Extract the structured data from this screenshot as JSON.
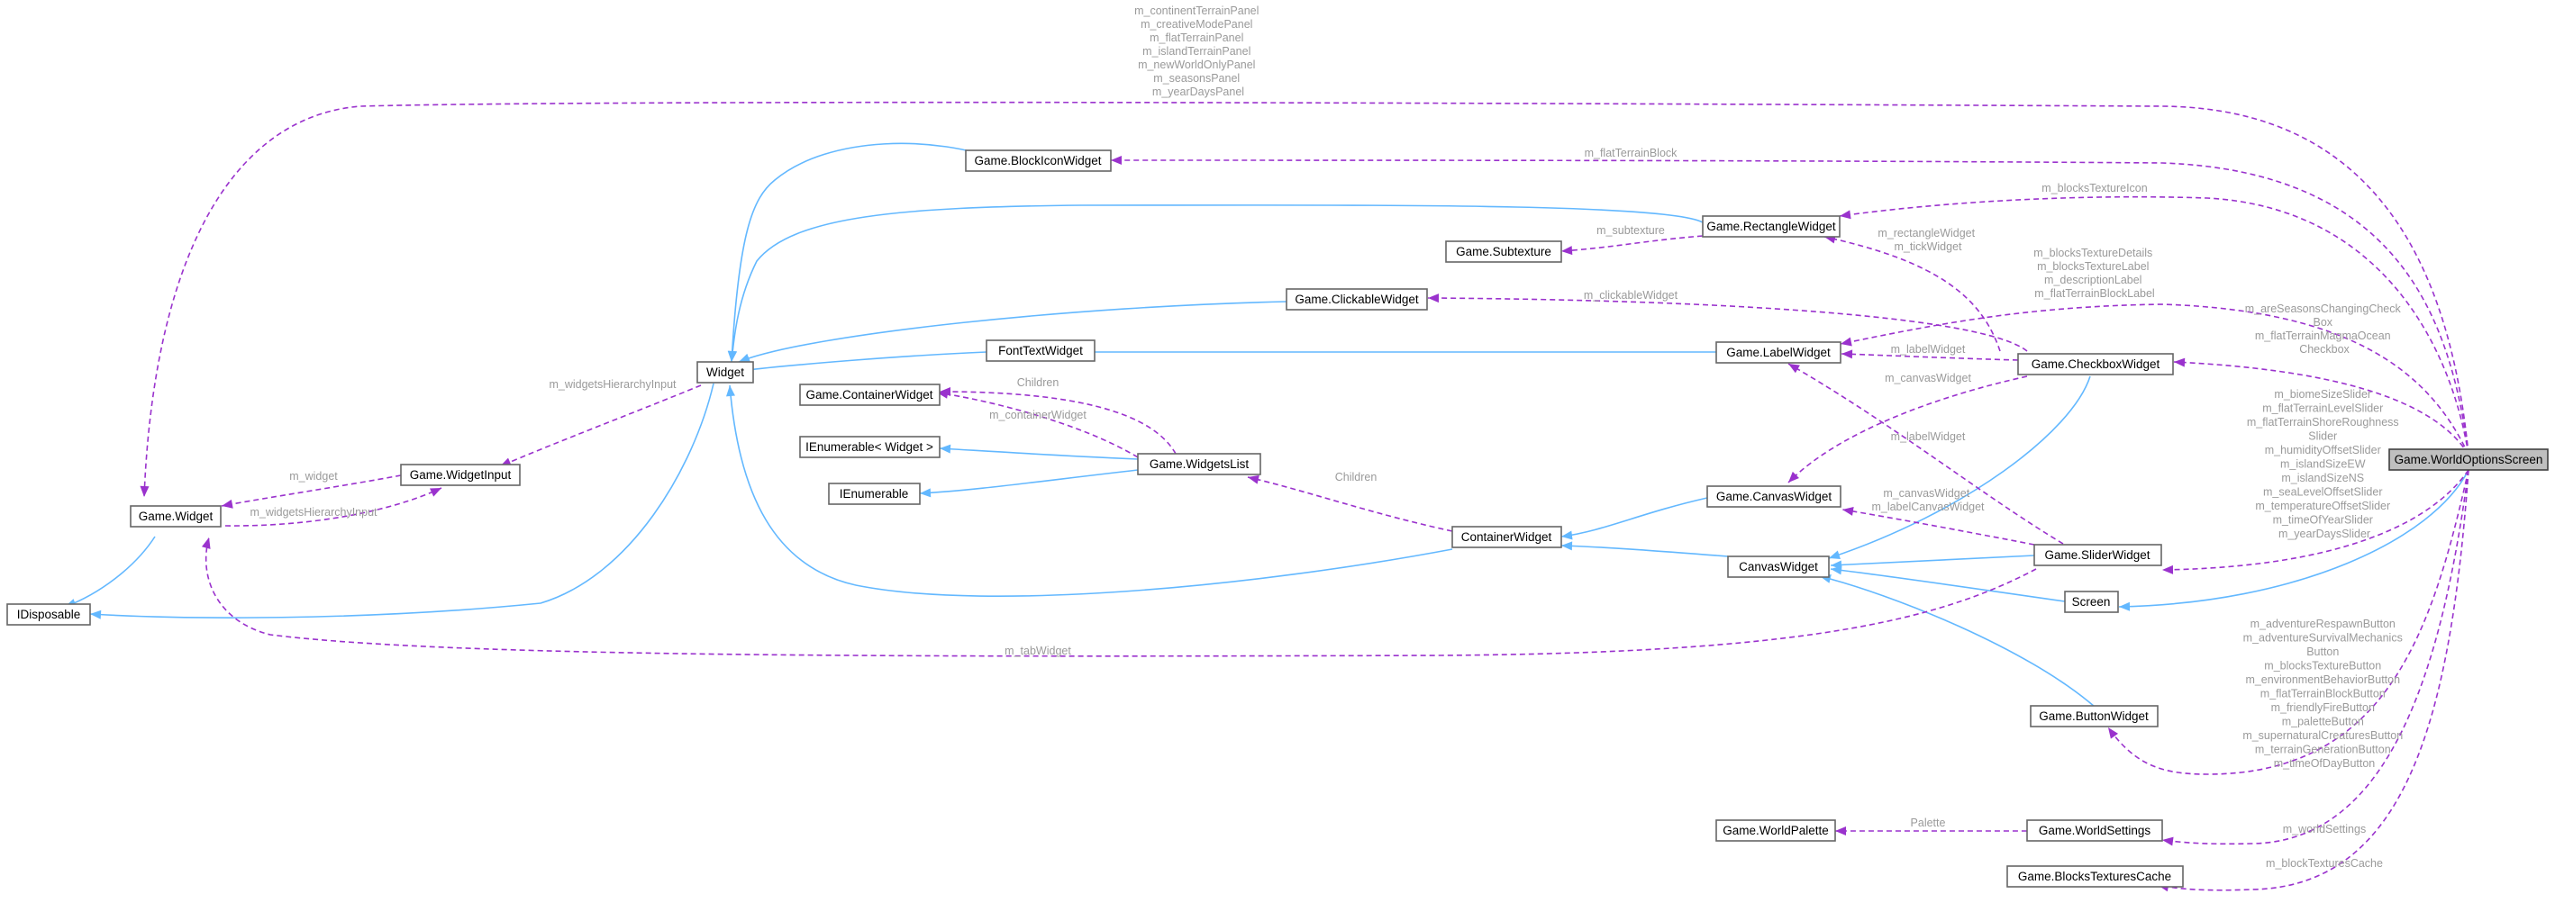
{
  "colors": {
    "inheritance": "#63b8ff",
    "usage": "#9a32cd",
    "label": "#9a9a9a",
    "focus_fill": "#bfbfbf"
  },
  "nodes": [
    {
      "id": "IDisposable",
      "label": "IDisposable"
    },
    {
      "id": "GameWidget",
      "label": "Game.Widget"
    },
    {
      "id": "GameWidgetInput",
      "label": "Game.WidgetInput"
    },
    {
      "id": "Widget",
      "label": "Widget"
    },
    {
      "id": "GameBlockIconWidget",
      "label": "Game.BlockIconWidget"
    },
    {
      "id": "GameSubtexture",
      "label": "Game.Subtexture"
    },
    {
      "id": "GameRectangleWidget",
      "label": "Game.RectangleWidget"
    },
    {
      "id": "GameClickableWidget",
      "label": "Game.ClickableWidget"
    },
    {
      "id": "FontTextWidget",
      "label": "FontTextWidget"
    },
    {
      "id": "GameLabelWidget",
      "label": "Game.LabelWidget"
    },
    {
      "id": "GameCheckboxWidget",
      "label": "Game.CheckboxWidget"
    },
    {
      "id": "GameContainerWidget",
      "label": "Game.ContainerWidget"
    },
    {
      "id": "IEnumerableWidget",
      "label": "IEnumerable< Widget >"
    },
    {
      "id": "IEnumerable",
      "label": "IEnumerable"
    },
    {
      "id": "GameWidgetsList",
      "label": "Game.WidgetsList"
    },
    {
      "id": "ContainerWidget",
      "label": "ContainerWidget"
    },
    {
      "id": "GameCanvasWidget",
      "label": "Game.CanvasWidget"
    },
    {
      "id": "CanvasWidget",
      "label": "CanvasWidget"
    },
    {
      "id": "GameSliderWidget",
      "label": "Game.SliderWidget"
    },
    {
      "id": "Screen",
      "label": "Screen"
    },
    {
      "id": "GameButtonWidget",
      "label": "Game.ButtonWidget"
    },
    {
      "id": "GameWorldPalette",
      "label": "Game.WorldPalette"
    },
    {
      "id": "GameWorldSettings",
      "label": "Game.WorldSettings"
    },
    {
      "id": "GameBlocksTexturesCache",
      "label": "Game.BlocksTexturesCache"
    },
    {
      "id": "GameWorldOptionsScreen",
      "label": "Game.WorldOptionsScreen"
    }
  ],
  "edge_labels": {
    "panels": [
      "m_continentTerrainPanel",
      "m_creativeModePanel",
      "m_flatTerrainPanel",
      "m_islandTerrainPanel",
      "m_newWorldOnlyPanel",
      "m_seasonsPanel",
      "m_yearDaysPanel"
    ],
    "flat_terrain_block": [
      "m_flatTerrainBlock"
    ],
    "blocks_texture_icon": [
      "m_blocksTextureIcon"
    ],
    "subtexture": [
      "m_subtexture"
    ],
    "rectangle_tick": [
      "m_rectangleWidget",
      "m_tickWidget"
    ],
    "label_group": [
      "m_blocksTextureDetails",
      "m_blocksTextureLabel",
      "m_descriptionLabel",
      "m_flatTerrainBlockLabel"
    ],
    "checkbox_group": [
      "m_areSeasonsChangingCheck",
      "Box",
      "m_flatTerrainMagmaOcean",
      "Checkbox"
    ],
    "clickable_widget": [
      "m_clickableWidget"
    ],
    "label_widget_checkbox": [
      "m_labelWidget"
    ],
    "canvas_widget_checkbox": [
      "m_canvasWidget"
    ],
    "widgets_hierarchy_input": [
      "m_widgetsHierarchyInput"
    ],
    "children_container": [
      "Children"
    ],
    "container_widget": [
      "m_containerWidget"
    ],
    "widget_input_widget": [
      "m_widget"
    ],
    "widget_widgets_hierarchy_input": [
      "m_widgetsHierarchyInput"
    ],
    "children_list": [
      "Children"
    ],
    "label_widget_slider": [
      "m_labelWidget"
    ],
    "canvas_label_slider": [
      "m_canvasWidget",
      "m_labelCanvasWidget"
    ],
    "slider_group": [
      "m_biomeSizeSlider",
      "m_flatTerrainLevelSlider",
      "m_flatTerrainShoreRoughness",
      "Slider",
      "m_humidityOffsetSlider",
      "m_islandSizeEW",
      "m_islandSizeNS",
      "m_seaLevelOffsetSlider",
      "m_temperatureOffsetSlider",
      "m_timeOfYearSlider",
      "m_yearDaysSlider"
    ],
    "tab_widget": [
      "m_tabWidget"
    ],
    "button_group": [
      "m_adventureRespawnButton",
      "m_adventureSurvivalMechanics",
      "Button",
      "m_blocksTextureButton",
      "m_environmentBehaviorButton",
      "m_flatTerrainBlockButton",
      "m_friendlyFireButton",
      "m_paletteButton",
      "m_supernaturalCreaturesButton",
      "m_terrainGenerationButton",
      "m_timeOfDayButton"
    ],
    "palette": [
      "Palette"
    ],
    "world_settings": [
      "m_worldSettings"
    ],
    "blocks_textures_cache": [
      "m_blockTexturesCache"
    ]
  }
}
